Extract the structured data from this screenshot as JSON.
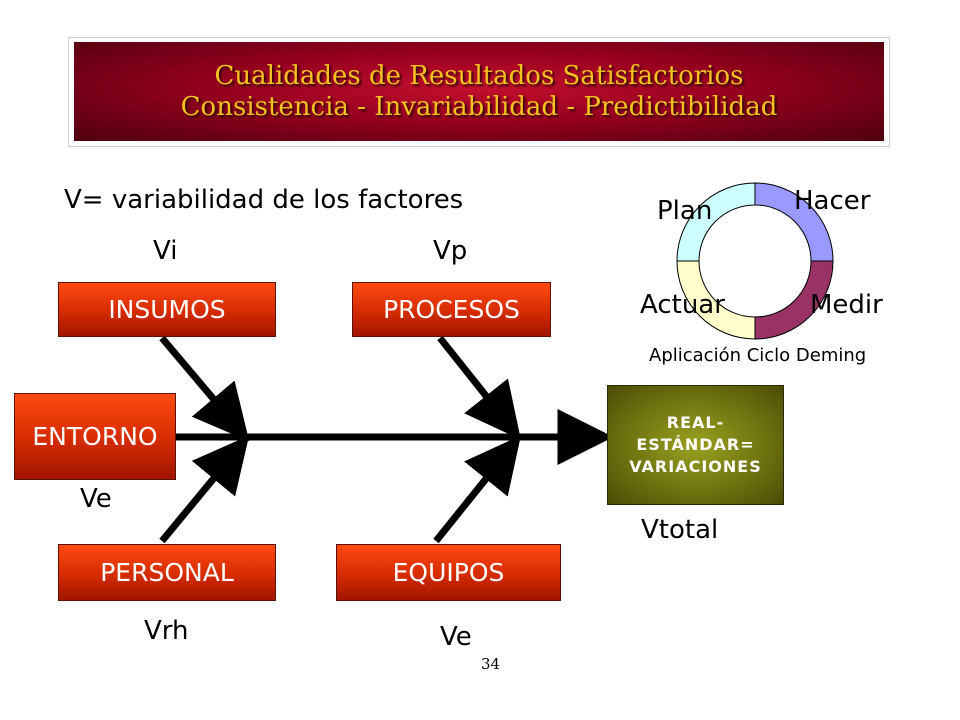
{
  "banner": {
    "line1": "Cualidades de Resultados Satisfactorios",
    "line2": "Consistencia - Invariabilidad - Predictibilidad"
  },
  "definition": "V= variabilidad de los factores",
  "factors": {
    "insumos": {
      "label": "INSUMOS",
      "var": "Vi"
    },
    "procesos": {
      "label": "PROCESOS",
      "var": "Vp"
    },
    "entorno": {
      "label": "ENTORNO",
      "var": "Ve"
    },
    "personal": {
      "label": "PERSONAL",
      "var": "Vrh"
    },
    "equipos": {
      "label": "EQUIPOS",
      "var": "Ve"
    }
  },
  "result": {
    "line1": "REAL-",
    "line2": "ESTÁNDAR=",
    "line3": "VARIACIONES",
    "var": "Vtotal"
  },
  "deming": {
    "plan": "Plan",
    "hacer": "Hacer",
    "medir": "Medir",
    "actuar": "Actuar",
    "caption": "Aplicación Ciclo Deming",
    "colors": {
      "plan": "#ccffff",
      "hacer": "#9999ff",
      "medir": "#993366",
      "actuar": "#ffffcc"
    }
  },
  "page_number": "34"
}
